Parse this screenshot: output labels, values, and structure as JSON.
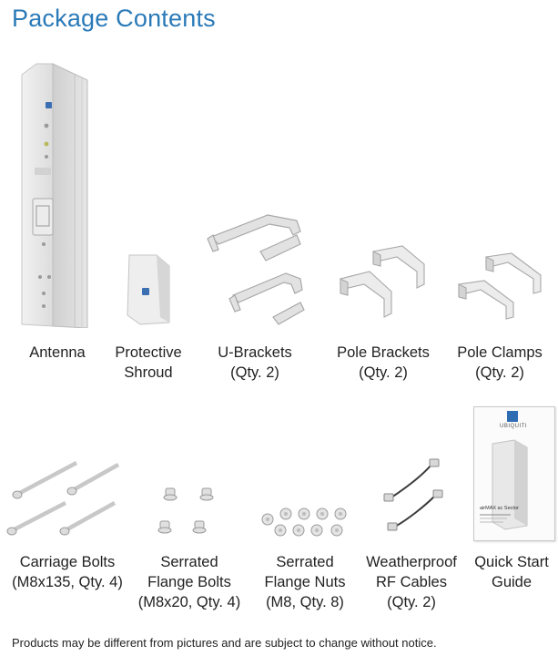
{
  "header": {
    "title": "Package Contents"
  },
  "row1": [
    {
      "lines": [
        "Antenna"
      ]
    },
    {
      "lines": [
        "Protective",
        "Shroud"
      ]
    },
    {
      "lines": [
        "U-Brackets",
        "(Qty. 2)"
      ]
    },
    {
      "lines": [
        "Pole Brackets",
        "(Qty. 2)"
      ]
    },
    {
      "lines": [
        "Pole Clamps",
        "(Qty. 2)"
      ]
    }
  ],
  "row2": [
    {
      "lines": [
        "Carriage Bolts",
        "(M8x135, Qty. 4)"
      ]
    },
    {
      "lines": [
        "Serrated",
        "Flange Bolts",
        "(M8x20, Qty. 4)"
      ]
    },
    {
      "lines": [
        "Serrated",
        "Flange Nuts",
        "(M8, Qty. 8)"
      ]
    },
    {
      "lines": [
        "Weatherproof",
        "RF Cables",
        "(Qty. 2)"
      ]
    },
    {
      "lines": [
        "Quick Start",
        "Guide"
      ]
    }
  ],
  "guide_cover": {
    "brand": "UBIQUITI",
    "product": "airMAX ac Sector"
  },
  "footer": {
    "note": "Products may be different from pictures and are subject to change without notice."
  }
}
